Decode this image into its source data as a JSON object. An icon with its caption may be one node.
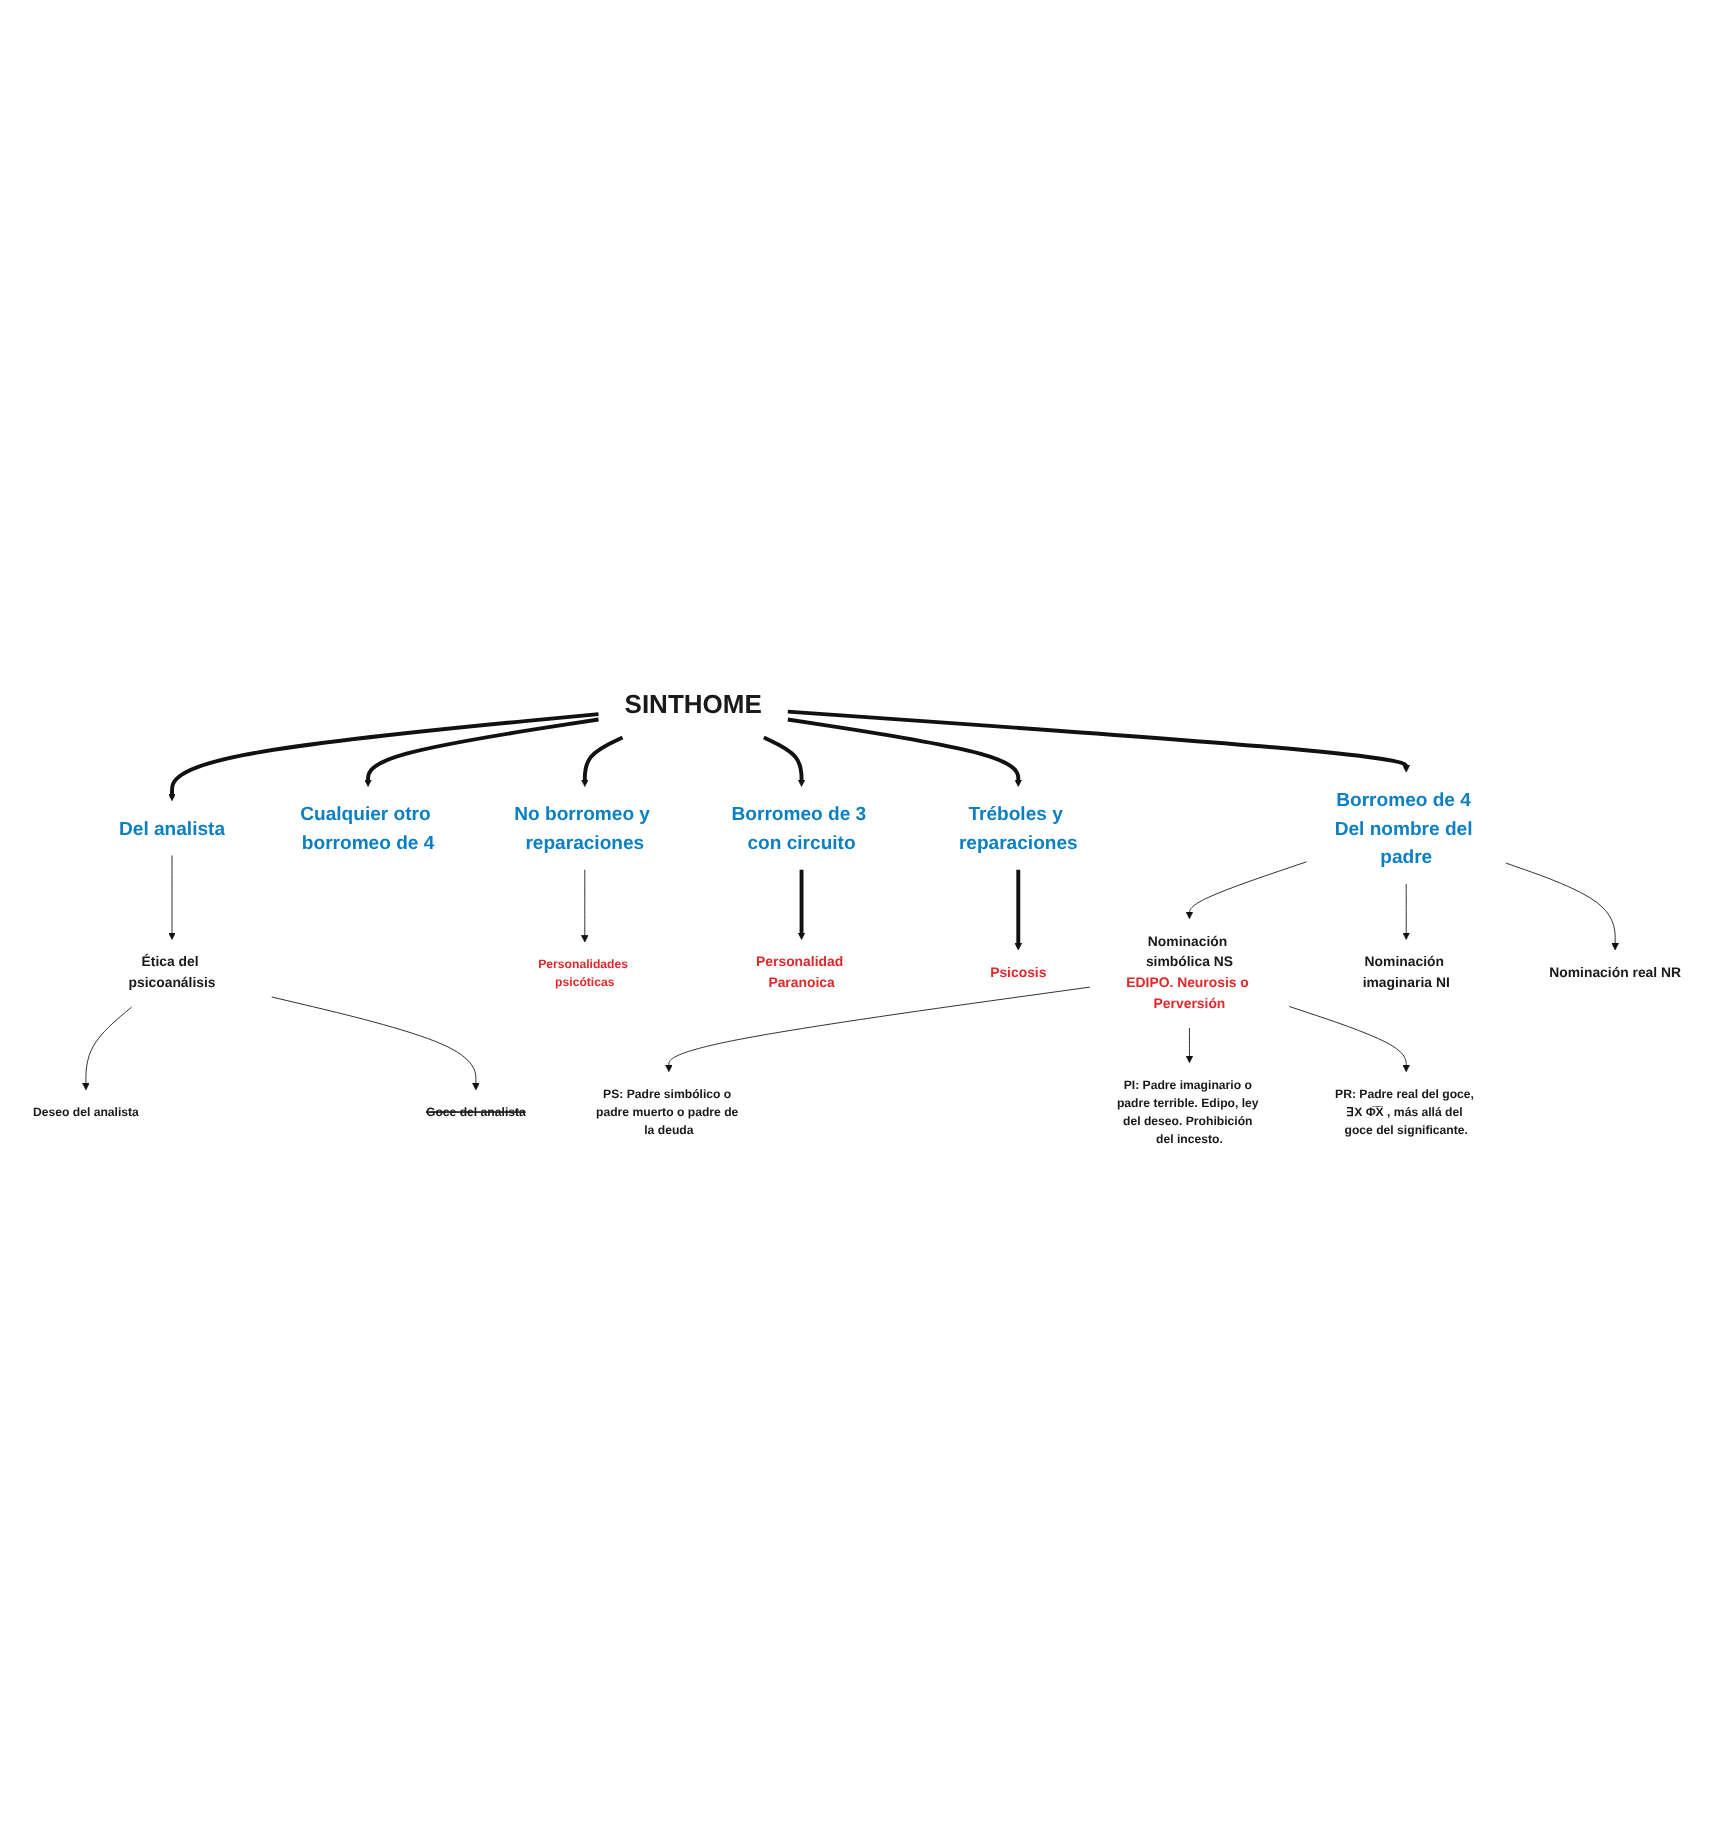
{
  "diagram": {
    "nodes": [
      {
        "text": [
          "SINTHOME"
        ]
      },
      {
        "text": [
          "Del analista"
        ]
      },
      {
        "text": [
          "Ética del psicoanálisis"
        ]
      },
      {
        "text": [
          "Deseo del analista"
        ]
      },
      {
        "text": [
          "Goce del analista"
        ]
      },
      {
        "text": [
          "Cualquier otro borromeo de 4"
        ]
      },
      {
        "text": [
          "No borromeo y reparaciones"
        ]
      },
      {
        "text": [
          "Personalidades psicóticas"
        ]
      },
      {
        "text": [
          "Borromeo de 3 con circuito"
        ]
      },
      {
        "text": [
          "Personalidad Paranoica"
        ]
      },
      {
        "text": [
          "Tréboles y reparaciones"
        ]
      },
      {
        "text": [
          "Psicosis"
        ]
      },
      {
        "text": [
          "Borromeo de 4 Del nombre del padre"
        ]
      },
      {
        "text": [
          "Nominación simbólica NS",
          "EDIPO. Neurosis o Perversión"
        ]
      },
      {
        "text": [
          "Nominación imaginaria NI"
        ]
      },
      {
        "text": [
          "Nominación real NR"
        ]
      },
      {
        "text": [
          "PS: Padre simbólico o padre muerto o padre de la deuda"
        ]
      },
      {
        "text": [
          "PI: Padre imaginario o padre terrible. Edipo, ley del deseo. Prohibición del incesto."
        ]
      },
      {
        "text": [
          "PR: Padre real del goce, ∃X Φ̅X̅ , más allá del goce del significante."
        ]
      }
    ],
    "edges": [
      {
        "from": 0,
        "to": 1,
        "arrow": "to",
        "style": "thick"
      },
      {
        "from": 0,
        "to": 5,
        "arrow": "to",
        "style": "thick"
      },
      {
        "from": 0,
        "to": 6,
        "arrow": "to",
        "style": "thick"
      },
      {
        "from": 0,
        "to": 8,
        "arrow": "to",
        "style": "thick"
      },
      {
        "from": 0,
        "to": 10,
        "arrow": "to",
        "style": "thick"
      },
      {
        "from": 0,
        "to": 12,
        "arrow": "to",
        "style": "thick"
      },
      {
        "from": 1,
        "to": 2,
        "arrow": "to"
      },
      {
        "from": 2,
        "to": 3,
        "arrow": "to"
      },
      {
        "from": 2,
        "to": 4,
        "arrow": "to"
      },
      {
        "from": 6,
        "to": 7,
        "arrow": "to"
      },
      {
        "from": 8,
        "to": 9,
        "arrow": "to",
        "style": "thick"
      },
      {
        "from": 10,
        "to": 11,
        "arrow": "to",
        "style": "thick"
      },
      {
        "from": 12,
        "to": 13,
        "arrow": "to"
      },
      {
        "from": 12,
        "to": 14,
        "arrow": "to"
      },
      {
        "from": 12,
        "to": 15,
        "arrow": "to"
      },
      {
        "from": 13,
        "to": 16,
        "arrow": "to"
      },
      {
        "from": 13,
        "to": 17,
        "arrow": "to"
      },
      {
        "from": 13,
        "to": 18,
        "arrow": "to"
      }
    ]
  }
}
